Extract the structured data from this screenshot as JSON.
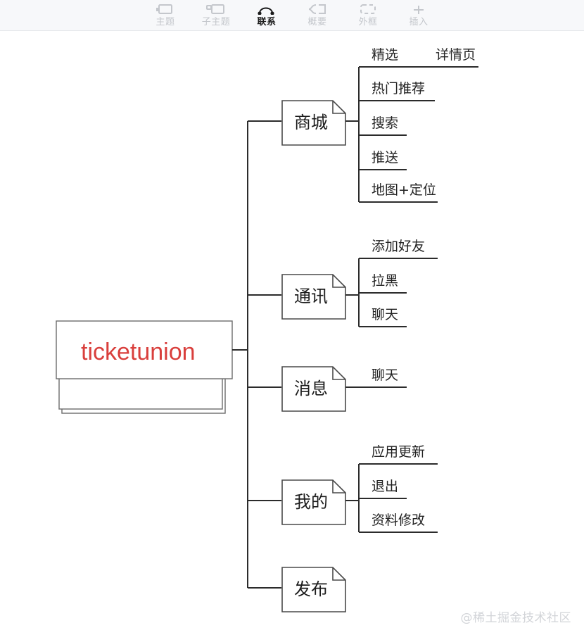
{
  "toolbar": {
    "items": [
      {
        "label": "主题",
        "icon": "topic-icon",
        "active": false
      },
      {
        "label": "子主题",
        "icon": "subtopic-icon",
        "active": false
      },
      {
        "label": "联系",
        "icon": "relation-icon",
        "active": true
      },
      {
        "label": "概要",
        "icon": "summary-icon",
        "active": false
      },
      {
        "label": "外框",
        "icon": "boundary-icon",
        "active": false
      },
      {
        "label": "插入",
        "icon": "insert-icon",
        "active": false
      }
    ]
  },
  "mindmap": {
    "root": {
      "label": "ticketunion",
      "color": "#d93f3c"
    },
    "branches": [
      {
        "label": "商城",
        "children": [
          "精选",
          "详情页",
          "热门推荐",
          "搜索",
          "推送",
          "地图+定位"
        ]
      },
      {
        "label": "通讯",
        "children": [
          "添加好友",
          "拉黑",
          "聊天"
        ]
      },
      {
        "label": "消息",
        "children": [
          "聊天"
        ]
      },
      {
        "label": "我的",
        "children": [
          "应用更新",
          "退出",
          "资料修改"
        ]
      },
      {
        "label": "发布",
        "children": []
      }
    ],
    "line_color": "#2b2b2b",
    "node_border_color": "#4a4a4a"
  },
  "watermark": {
    "text": "@稀土掘金技术社区"
  },
  "labels": {
    "shop_title": "商城",
    "shop_c0": "精选",
    "shop_c1": "详情页",
    "shop_c2": "热门推荐",
    "shop_c3": "搜索",
    "shop_c4": "推送",
    "shop_c5": "地图+定位",
    "comm_title": "通讯",
    "comm_c0": "添加好友",
    "comm_c1": "拉黑",
    "comm_c2": "聊天",
    "msg_title": "消息",
    "msg_c0": "聊天",
    "mine_title": "我的",
    "mine_c0": "应用更新",
    "mine_c1": "退出",
    "mine_c2": "资料修改",
    "pub_title": "发布",
    "root_text": "ticketunion"
  }
}
